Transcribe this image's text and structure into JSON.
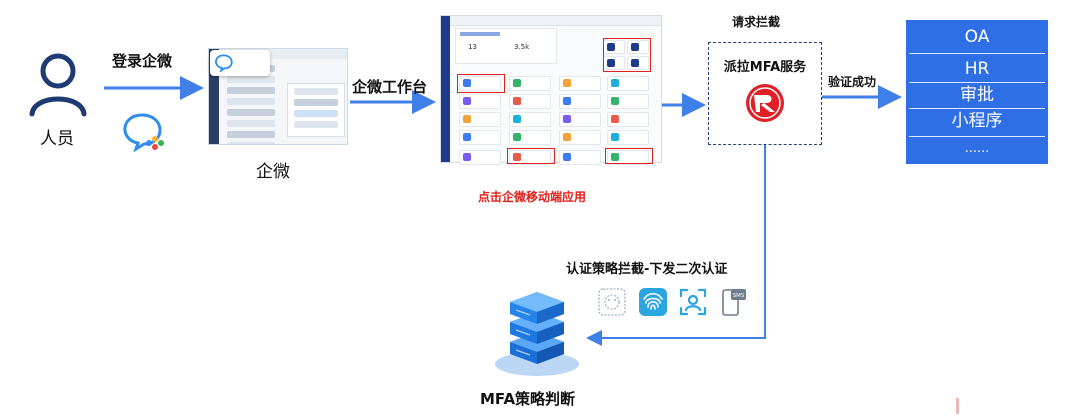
{
  "labels": {
    "person": "人员",
    "login": "登录企微",
    "wecom": "企微",
    "workbench": "企微工作台",
    "click_app": "点击企微移动端应用",
    "intercept": "请求拦截",
    "mfa_service": "派拉MFA服务",
    "verify_success": "验证成功",
    "policy_intercept": "认证策略拦截-下发二次认证",
    "mfa_policy": "MFA策略判断",
    "sms": "SMS"
  },
  "systems": [
    "OA",
    "HR",
    "审批",
    "小程序",
    "......"
  ],
  "workbench_screenshot": {
    "stats": [
      "13",
      "3.5k"
    ]
  },
  "icons": [
    "user-icon",
    "wecom-logo-icon",
    "paila-logo-icon",
    "face-scan-icon",
    "fingerprint-icon",
    "face-id-icon",
    "sms-phone-icon",
    "server-stack-icon"
  ],
  "colors": {
    "arrow": "#3f7fe8",
    "system_bg": "#2f6fe6",
    "highlight_red": "#e0201b",
    "dashed_border": "#23427a",
    "server": "#2a86ee"
  }
}
